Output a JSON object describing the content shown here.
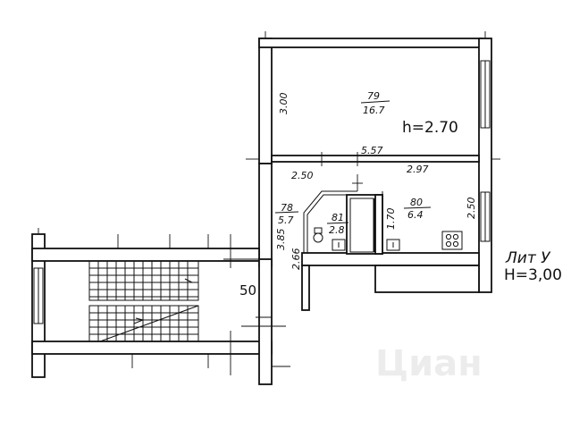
{
  "rooms": {
    "room_79": {
      "number": "79",
      "area": "16.7"
    },
    "room_80": {
      "number": "80",
      "area": "6.4"
    },
    "room_78": {
      "number": "78",
      "area": "5.7"
    },
    "room_81": {
      "number": "81",
      "area": "2.8"
    }
  },
  "heights": {
    "room_79": "h=2.70",
    "building_litera": "Лит У",
    "building_height": "H=3,00"
  },
  "dimensions": {
    "room_79_height": "3.00",
    "corridor_width": "5.57",
    "bath_width": "2.50",
    "kitchen_width": "2.97",
    "hall_depth": "3.85",
    "hall_width": "2.66",
    "bath_depth": "1.70",
    "kitchen_depth": "2.50",
    "stair_mark": "50"
  },
  "watermark": "Циан"
}
